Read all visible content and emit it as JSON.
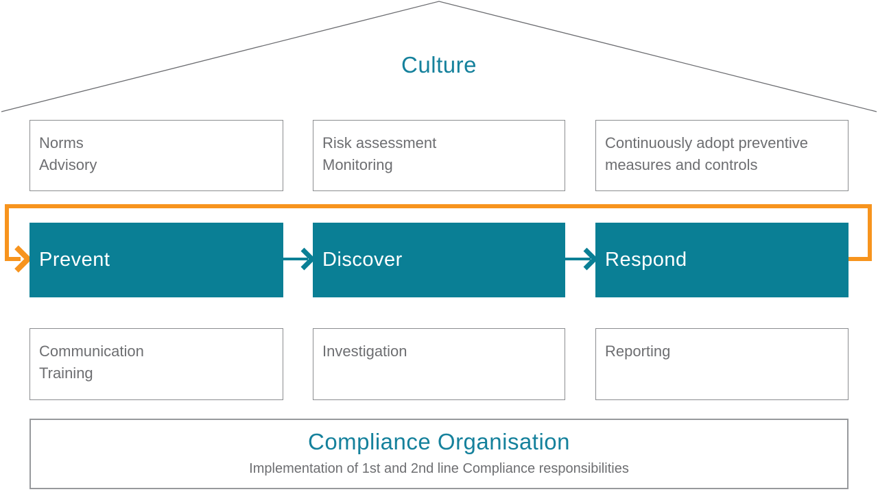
{
  "colors": {
    "teal_fill": "#0A7F95",
    "teal_text": "#15819C",
    "orange_loop": "#F7941E",
    "gray_text": "#6D6E71",
    "box_border_gray": "#8A8C8F",
    "roof_line_gray": "#6B6C70",
    "background": "#FFFFFF"
  },
  "roof": {
    "label": "Culture"
  },
  "top_row": [
    {
      "lines": [
        "Norms",
        "Advisory"
      ]
    },
    {
      "lines": [
        "Risk assessment",
        "Monitoring"
      ]
    },
    {
      "lines": [
        "Continuously adopt preventive",
        "measures and controls"
      ]
    }
  ],
  "process_row": [
    {
      "label": "Prevent"
    },
    {
      "label": "Discover"
    },
    {
      "label": "Respond"
    }
  ],
  "bottom_row": [
    {
      "lines": [
        "Communication",
        "Training"
      ]
    },
    {
      "lines": [
        "Investigation"
      ]
    },
    {
      "lines": [
        "Reporting"
      ]
    }
  ],
  "foundation": {
    "title": "Compliance Organisation",
    "subtitle": "Implementation of 1st and 2nd line Compliance responsibilities"
  }
}
